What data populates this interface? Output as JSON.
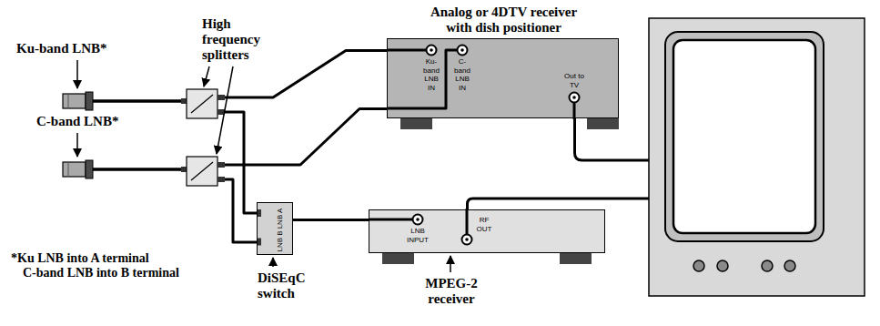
{
  "diagram": {
    "nodes": [
      {
        "text": [
          "Ku-band LNB*"
        ]
      },
      {
        "text": [
          "C-band LNB*"
        ]
      },
      {
        "text": [
          "Analog or 4DTV receiver with dish positioner",
          "Ku-band LNB IN",
          "C-band LNB IN",
          "Out to TV"
        ]
      },
      {
        "text": [
          "DiSEqC switch",
          "LNB A",
          "LNB B"
        ]
      },
      {
        "text": [
          "MPEG-2 receiver",
          "LNB INPUT",
          "RF OUT"
        ]
      }
    ],
    "edges": [
      {
        "from": 0,
        "to": 2,
        "arrow": "none"
      },
      {
        "from": 0,
        "to": 3,
        "arrow": "none"
      },
      {
        "from": 1,
        "to": 2,
        "arrow": "none"
      },
      {
        "from": 1,
        "to": 3,
        "arrow": "none"
      },
      {
        "from": 3,
        "to": 4,
        "arrow": "none"
      }
    ],
    "labels": [
      "High frequency splitters",
      "*Ku LNB into A terminal C-band LNB into B terminal"
    ]
  }
}
